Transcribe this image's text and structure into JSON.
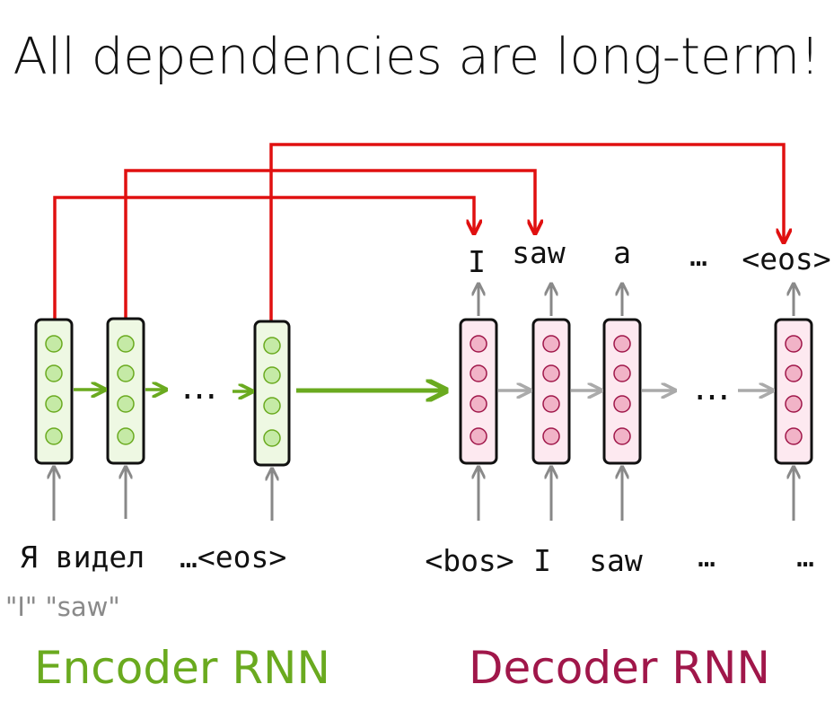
{
  "title": "All dependencies are long-term!",
  "colors": {
    "encoder": "#6aaa1f",
    "encoder_fill": "#eef8e3",
    "encoder_dot": "#c5eaa6",
    "decoder": "#a0174a",
    "decoder_fill": "#fde9f0",
    "decoder_dot": "#f1b3c7",
    "dependency": "#e01010",
    "recurrent_gray": "#aaaaaa",
    "input_gray": "#888888"
  },
  "encoder": {
    "label": "Encoder RNN",
    "inputs": [
      "Я видел",
      "…<eos>"
    ],
    "glosses": [
      "\"I\" \"saw\""
    ],
    "ellipsis": "…"
  },
  "decoder": {
    "label": "Decoder RNN",
    "inputs": [
      "<bos>",
      "I",
      "saw",
      "…",
      "…"
    ],
    "outputs": [
      "I",
      "saw",
      "a",
      "…",
      "<eos>"
    ],
    "ellipsis": "…"
  },
  "icons": {
    "cell": "rnn-cell-icon",
    "arrow": "arrow-icon"
  }
}
